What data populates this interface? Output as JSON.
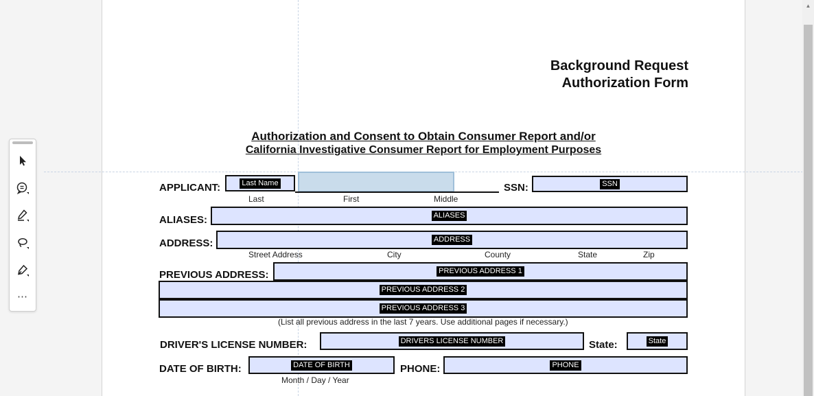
{
  "form": {
    "title_line1": "Background Request",
    "title_line2": "Authorization Form",
    "heading_line1": "Authorization and Consent to Obtain Consumer Report and/or",
    "heading_line2": "California Investigative Consumer Report for Employment Purposes",
    "applicant": {
      "label": "APPLICANT:",
      "last_name_tag": "Last Name",
      "sub_last": "Last",
      "sub_first": "First",
      "sub_middle": "Middle"
    },
    "ssn": {
      "label": "SSN:",
      "tag": "SSN"
    },
    "aliases": {
      "label": "ALIASES:",
      "tag": "ALIASES"
    },
    "address": {
      "label": "ADDRESS:",
      "tag": "ADDRESS",
      "sub_street": "Street Address",
      "sub_city": "City",
      "sub_county": "County",
      "sub_state": "State",
      "sub_zip": "Zip"
    },
    "previous_address": {
      "label": "PREVIOUS ADDRESS:",
      "tag1": "PREVIOUS ADDRESS 1",
      "tag2": "PREVIOUS ADDRESS 2",
      "tag3": "PREVIOUS ADDRESS 3",
      "note": "(List all previous address in the last 7 years.  Use additional pages if necessary.)"
    },
    "drivers_license": {
      "label": "DRIVER'S LICENSE NUMBER:",
      "tag": "DRIVERS LICENSE NUMBER",
      "state_label": "State:",
      "state_tag": "State"
    },
    "dob": {
      "label": "DATE OF BIRTH:",
      "tag": "DATE OF BIRTH",
      "sub": "Month / Day / Year"
    },
    "phone": {
      "label": "PHONE:",
      "tag": "PHONE"
    }
  },
  "toolbar": {
    "tools": [
      "select-arrow-icon",
      "comment-icon",
      "highlighter-icon",
      "lasso-icon",
      "pen-icon"
    ],
    "more_label": "⋯"
  },
  "scrollbar": {
    "up_arrow": "▲"
  },
  "colors": {
    "field_fill": "#dde4ff",
    "focused_field_fill": "#c9dceb",
    "field_border": "#111111",
    "guide_line": "#c8d4e4"
  }
}
